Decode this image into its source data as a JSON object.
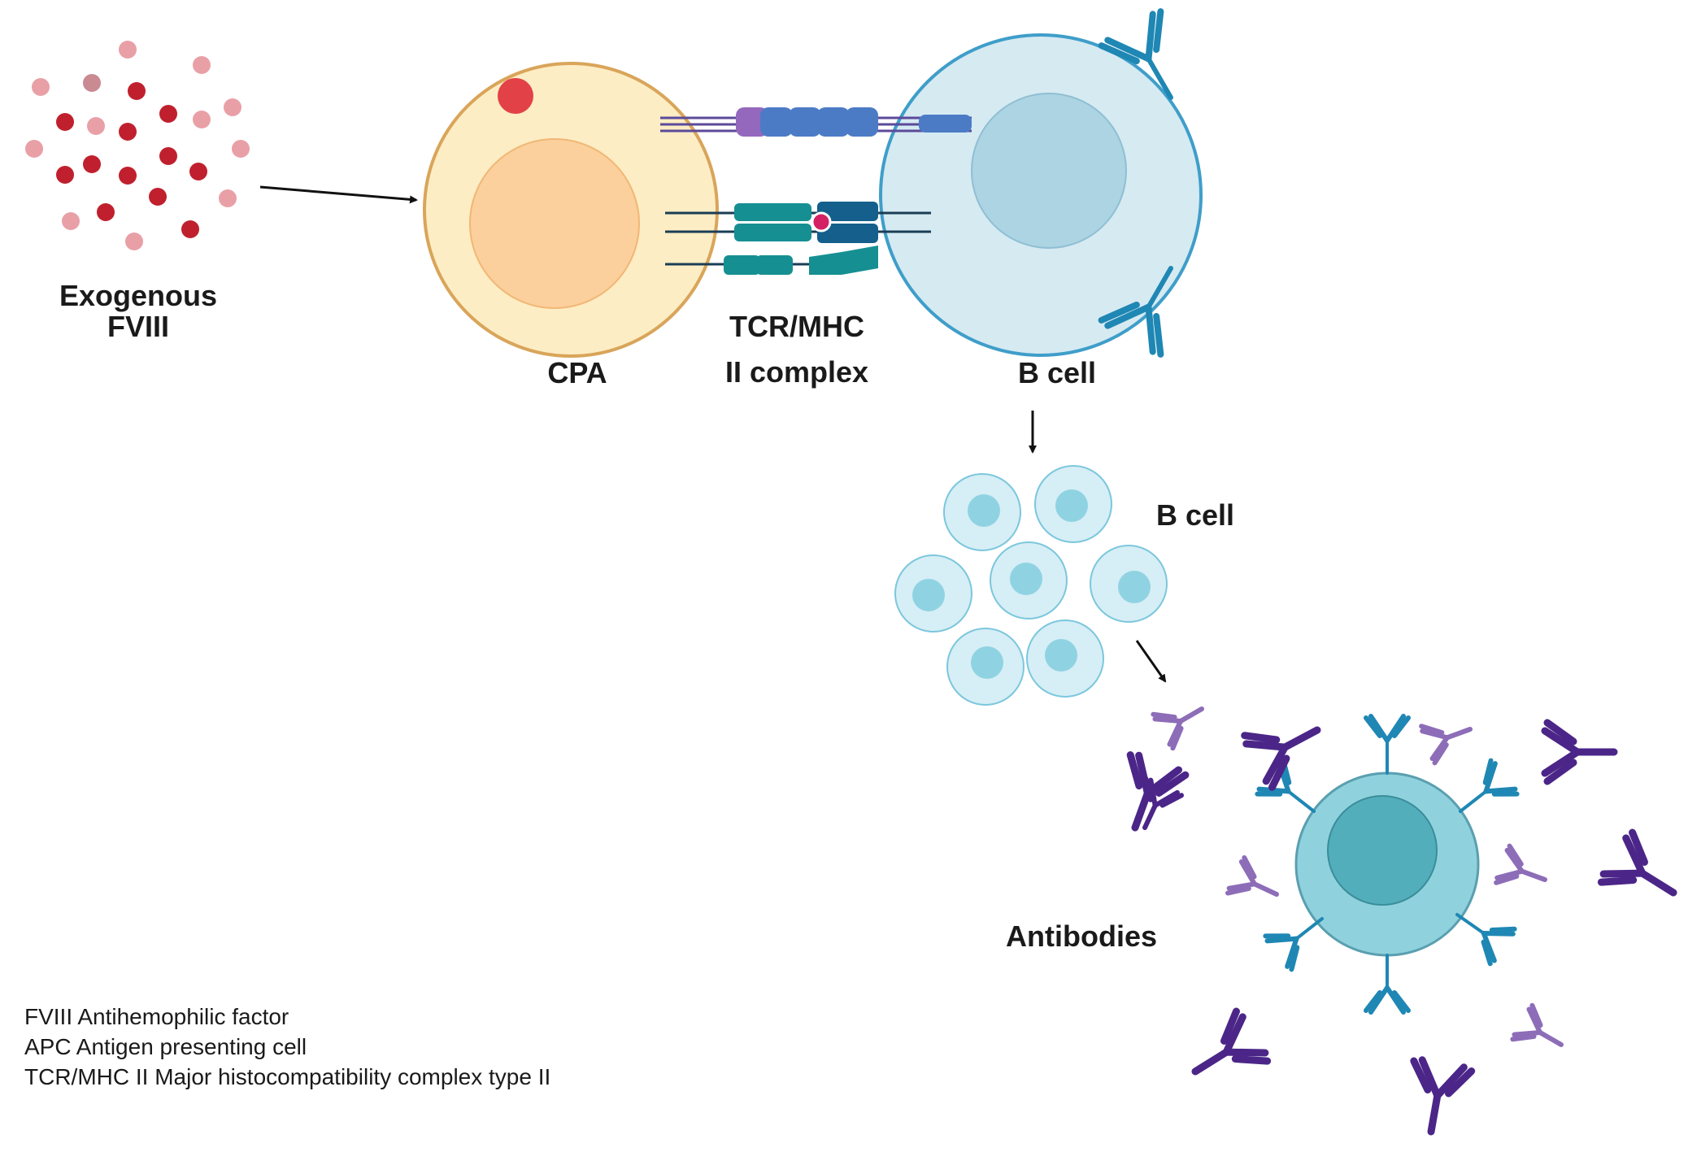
{
  "labels": {
    "exogenous": "Exogenous",
    "fviii": "FVIII",
    "cpa": "CPA",
    "tcr_line1": "TCR/MHC",
    "tcr_line2": "II complex",
    "b_cell_top": "B cell",
    "b_cell_cluster": "B cell",
    "antibodies": "Antibodies"
  },
  "legend": [
    "FVIII Antihemophilic factor",
    "APC Antigen presenting cell",
    "TCR/MHC II Major histocompatibility complex type II"
  ],
  "colors": {
    "fviii_dark": "#c0202e",
    "fviii_light": "#e8a0a6",
    "apc_fill": "#fdedc4",
    "apc_border": "#d9a55a",
    "apc_nucleus": "#fbd09c",
    "apc_dot": "#e34148",
    "bcell_fill": "#d6eaf2",
    "bcell_border": "#3f9ec9",
    "bcell_nucleus": "#acd4e3",
    "antibody_blue": "#1f87b4",
    "antibody_purple": "#4b2688",
    "antibody_light_purple": "#8d6db8",
    "plasma_fill": "#8fd2dd",
    "plasma_nucleus": "#53aebb",
    "tcr_purple": "#7f5aa8",
    "tcr_blue": "#4c7bc6",
    "mhc_teal": "#168f92",
    "mhc_dark": "#145f8c",
    "peptide": "#d42164"
  }
}
